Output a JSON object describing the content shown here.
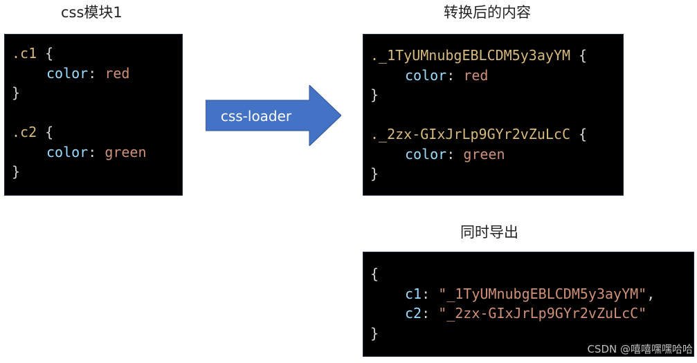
{
  "captions": {
    "source": "css模块1",
    "converted": "转换后的内容",
    "export": "同时导出"
  },
  "arrow": {
    "label": "css-loader",
    "color": "#4472c4"
  },
  "source_code": {
    "rule1": {
      "selector": ".c1",
      "open": "{",
      "prop": "color",
      "colon": ":",
      "value": "red",
      "close": "}"
    },
    "rule2": {
      "selector": ".c2",
      "open": "{",
      "prop": "color",
      "colon": ":",
      "value": "green",
      "close": "}"
    }
  },
  "converted_code": {
    "rule1": {
      "selector": "._1TyUMnubgEBLCDM5y3ayYM",
      "open": "{",
      "prop": "color",
      "colon": ":",
      "value": "red",
      "close": "}"
    },
    "rule2": {
      "selector": "._2zx-GIxJrLp9GYr2vZuLcC",
      "open": "{",
      "prop": "color",
      "colon": ":",
      "value": "green",
      "close": "}"
    }
  },
  "export_code": {
    "open": "{",
    "entry1": {
      "key": "c1",
      "colon": ":",
      "value": "\"_1TyUMnubgEBLCDM5y3ayYM\"",
      "sep": ","
    },
    "entry2": {
      "key": "c2",
      "colon": ":",
      "value": "\"_2zx-GIxJrLp9GYr2vZuLcC\""
    },
    "close": "}"
  },
  "watermark": "CSDN @嘻嘻嘿嘿哈哈"
}
